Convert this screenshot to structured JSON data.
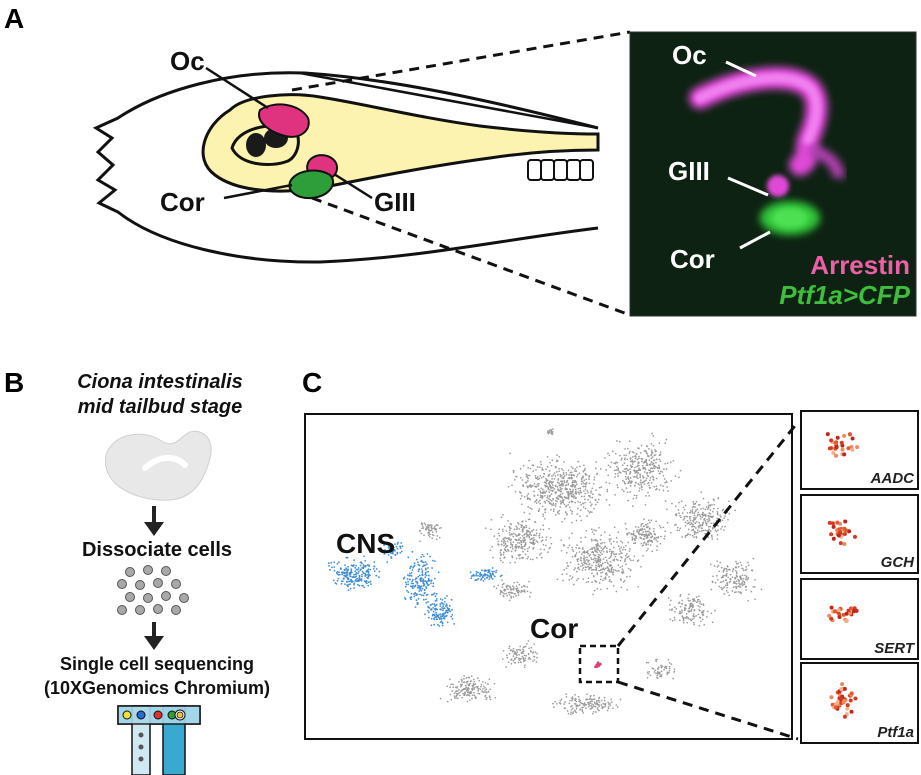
{
  "panel_a": {
    "letter": "A",
    "labels": {
      "oc": "Oc",
      "cor": "Cor",
      "giii": "GIII"
    },
    "micro": {
      "labels": {
        "oc": "Oc",
        "giii": "GIII",
        "cor": "Cor"
      },
      "legend": {
        "arrestin": "Arrestin",
        "reporter": "Ptf1a>CFP"
      }
    }
  },
  "panel_b": {
    "letter": "B",
    "species": "Ciona intestinalis",
    "stage": "mid tailbud stage",
    "step1": "Dissociate cells",
    "step2": "Single cell sequencing",
    "platform": "(10XGenomics Chromium)"
  },
  "panel_c": {
    "letter": "C",
    "cluster_cns": "CNS",
    "cluster_cor": "Cor",
    "genes": [
      "AADC",
      "GCH",
      "SERT",
      "Ptf1a"
    ]
  },
  "colors": {
    "arrestin": "#e0337f",
    "ptf1a": "#2e9e3a",
    "cns": "#3f8ed8",
    "cor": "#e23c7a",
    "background_cells": "#9a9a9a",
    "head_fill": "#fdf3b0",
    "micro_bg": "#0c1a10"
  }
}
